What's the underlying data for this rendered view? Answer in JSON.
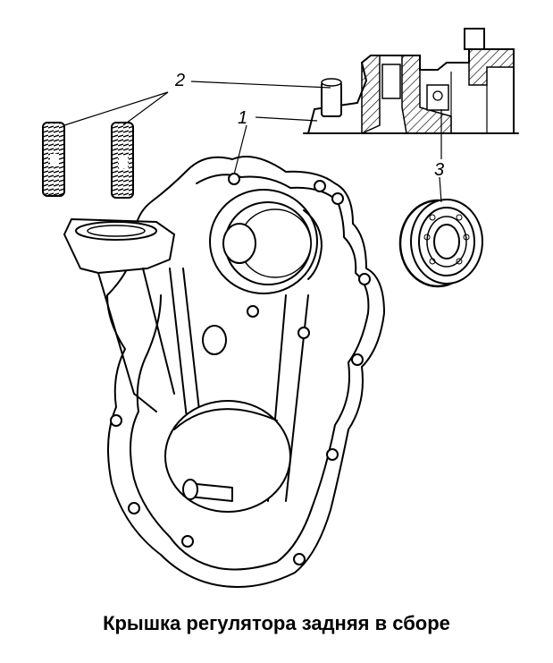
{
  "callouts": [
    {
      "id": "1",
      "text": "1"
    },
    {
      "id": "2",
      "text": "2"
    },
    {
      "id": "3",
      "text": "3"
    }
  ],
  "caption": "Крышка регулятора задняя в сборе"
}
